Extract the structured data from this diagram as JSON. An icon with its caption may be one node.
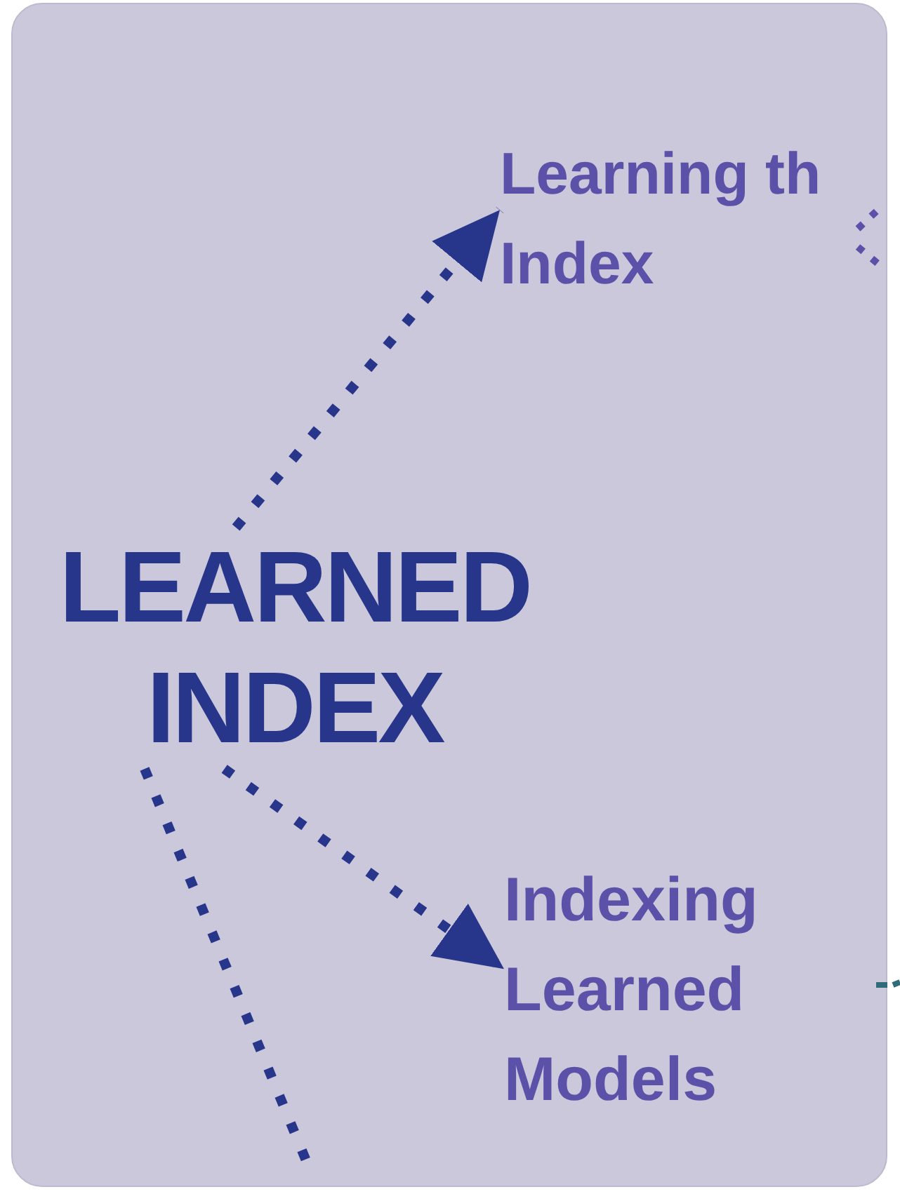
{
  "diagram": {
    "nodes": [
      {
        "text": [
          "LEARNED INDEX"
        ]
      },
      {
        "text": [
          "Learning th Index"
        ]
      },
      {
        "text": [
          "Indexing Learned Models"
        ]
      }
    ],
    "edges": [
      {
        "from": 0,
        "to": 1,
        "arrow": "to",
        "style": "dashed"
      },
      {
        "from": 0,
        "to": 2,
        "arrow": "to",
        "style": "dashed"
      },
      {
        "from": 0,
        "to": null,
        "arrow": "none",
        "style": "dashed"
      }
    ]
  }
}
